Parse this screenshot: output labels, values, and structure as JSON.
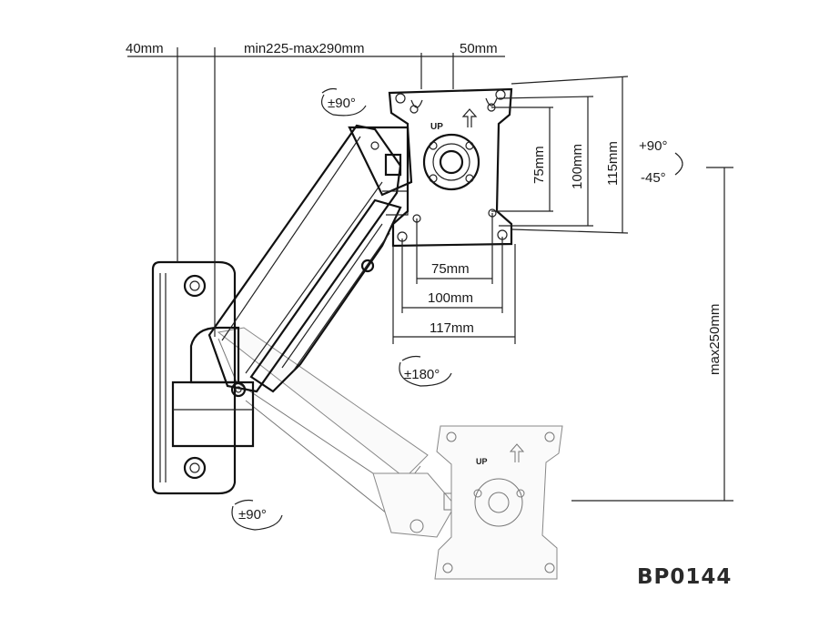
{
  "dimensions": {
    "wall_offset": "40mm",
    "arm_reach": "min225-max290mm",
    "plate_offset": "50mm",
    "vesa_v_small": "75mm",
    "vesa_v_large": "100mm",
    "plate_height": "115mm",
    "vesa_h_small": "75mm",
    "vesa_h_large": "100mm",
    "plate_width": "117mm",
    "height_range": "max250mm"
  },
  "rotations": {
    "swivel_top": "±90°",
    "tilt_up": "+90°",
    "tilt_down": "-45°",
    "rotate": "±180°",
    "swivel_base": "±90°"
  },
  "plate_label": "UP",
  "model": "BP0144"
}
